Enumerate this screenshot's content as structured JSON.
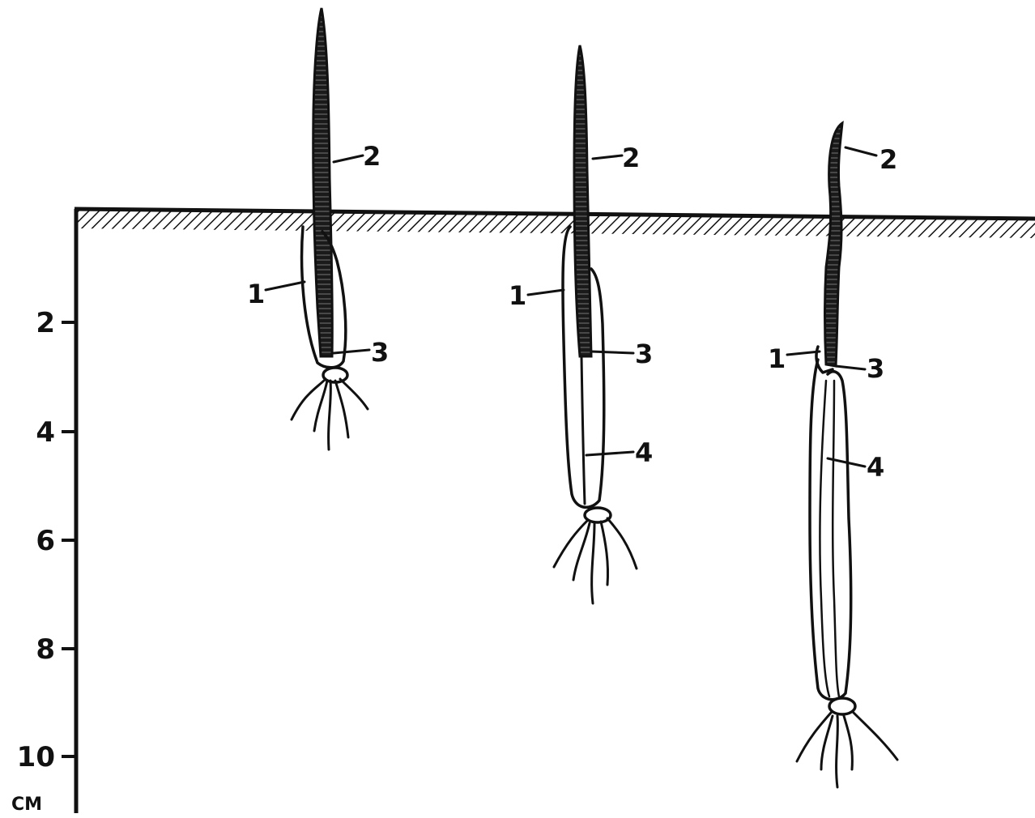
{
  "scale": {
    "ticks": [
      "2",
      "4",
      "6",
      "8",
      "10"
    ],
    "unit": "CM"
  },
  "seedlings": [
    {
      "labels": {
        "coleoptile": "1",
        "first_leaf": "2",
        "node": "3"
      }
    },
    {
      "labels": {
        "coleoptile": "1",
        "first_leaf": "2",
        "node": "3",
        "mesocotyl": "4"
      }
    },
    {
      "labels": {
        "coleoptile": "1",
        "first_leaf": "2",
        "node": "3",
        "mesocotyl": "4"
      }
    }
  ]
}
